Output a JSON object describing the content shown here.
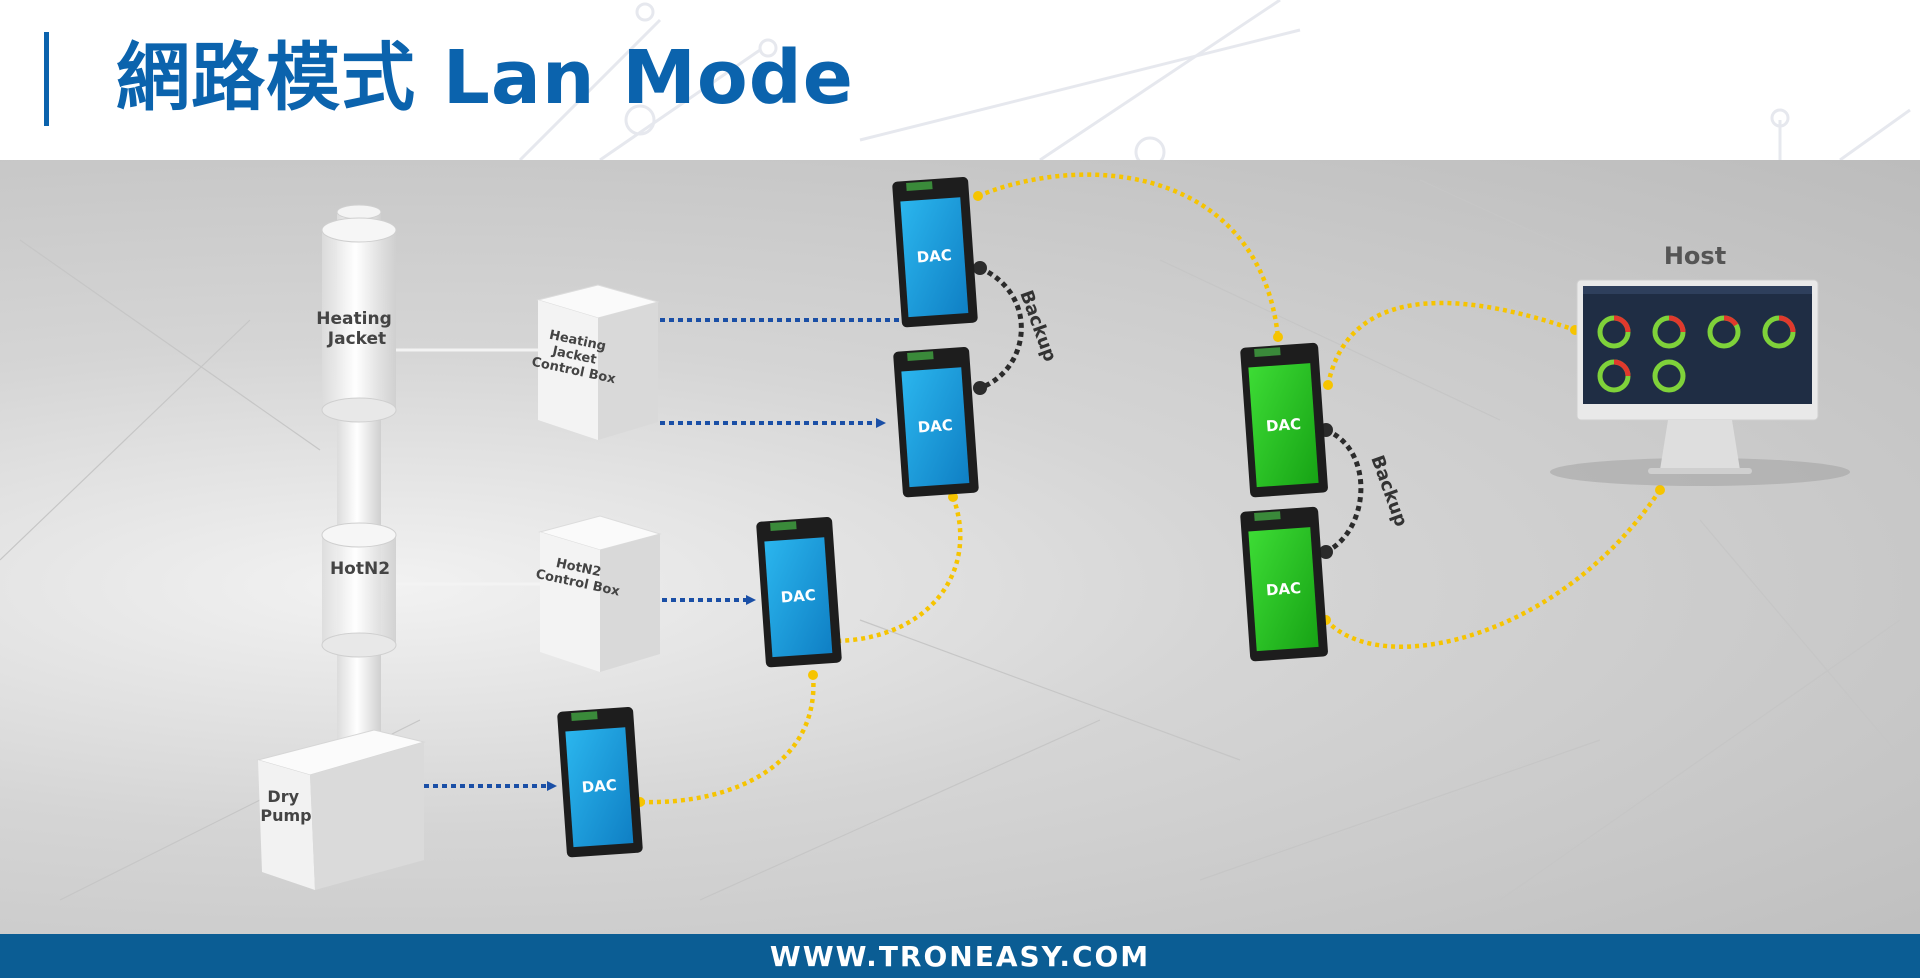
{
  "header": {
    "title": "網路模式 Lan Mode"
  },
  "equipment": {
    "heating_jacket": "Heating Jacket",
    "hotn2": "HotN2",
    "dry_pump": "Dry Pump",
    "hj_control_box": "Heating Jacket Control Box",
    "hotn2_control_box": "HotN2 Control Box"
  },
  "devices": {
    "logo_text": "DAC"
  },
  "links": {
    "backup_label": "Backup"
  },
  "host": {
    "label": "Host"
  },
  "footer": {
    "url": "WWW.TRONEASY.COM"
  },
  "colors": {
    "brand_blue": "#0b63ad",
    "footer_blue": "#0b5d94",
    "blue_link": "#1a4fa6",
    "yellow_link": "#f6c400",
    "backup_link": "#2b2b2b",
    "screen_blue": "#1aa3dc",
    "screen_green": "#22c020"
  }
}
